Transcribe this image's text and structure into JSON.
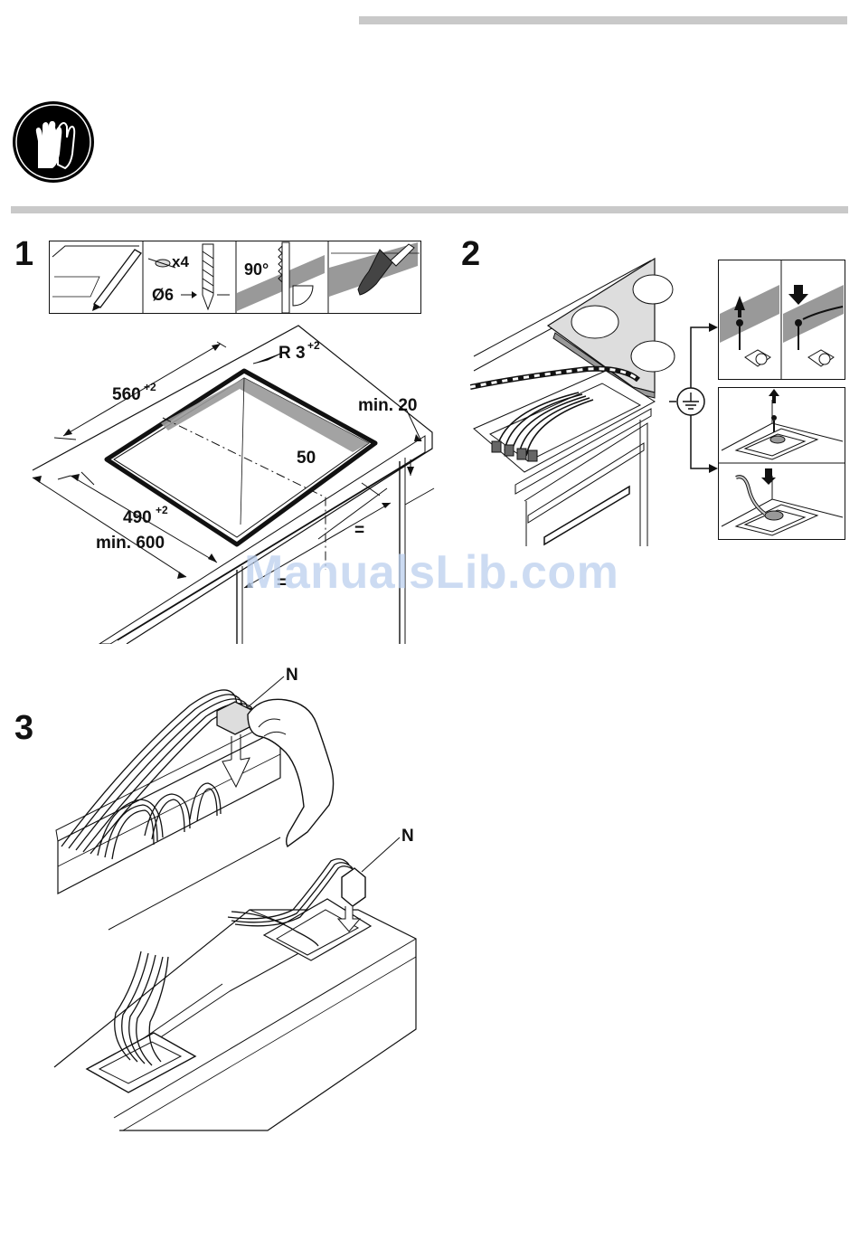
{
  "steps": [
    "1",
    "2",
    "3"
  ],
  "tool_strip": {
    "screws": "x4",
    "drill": "Ø6",
    "angle": "90°"
  },
  "cutout": {
    "radius": "R 3",
    "radius_tol": "+2",
    "width": "560",
    "width_tol": "+2",
    "depth": "490",
    "depth_tol": "+2",
    "min_width": "min. 600",
    "min_front": "min. 20",
    "edge": "50",
    "equal": "="
  },
  "connector_label": "N",
  "watermark": "ManualsLib.com"
}
